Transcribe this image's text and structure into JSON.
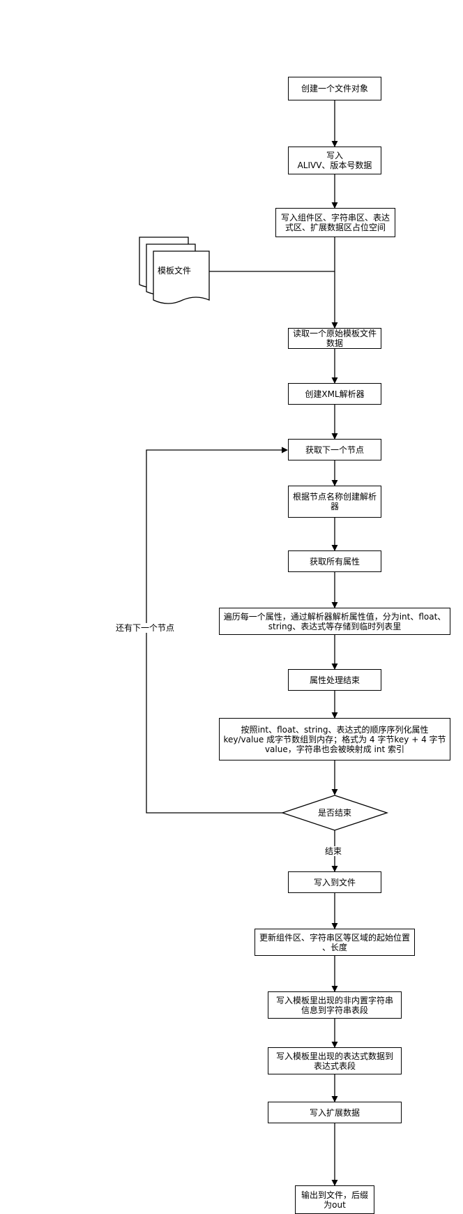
{
  "nodes": {
    "create_file_object": "创建一个文件对象",
    "write_header": "写入\nALIVV、版本号数据",
    "write_placeholders": "写入组件区、字符串区、表达\n式区、扩展数据区占位空间",
    "template_files": "模板文件",
    "read_template": "读取一个原始模板文件\n数据",
    "create_xml_parser": "创建XML解析器",
    "get_next_node": "获取下一个节点",
    "create_parser_by_name": "根据节点名称创建解析\n器",
    "get_all_attributes": "获取所有属性",
    "iterate_attributes": "遍历每一个属性，通过解析器解析属性值，分为int、float、\nstring、表达式等存储到临时列表里",
    "attributes_done": "属性处理结束",
    "serialize_attributes": "按照int、float、string、表达式的顺序序列化属性\nkey/value 成字节数组到内存；格式为 4 字节key + 4 字节\nvalue，字符串也会被映射成 int 索引",
    "is_finished": "是否结束",
    "write_to_file": "写入到文件",
    "update_offsets": "更新组件区、字符串区等区域的起始位置\n、长度",
    "write_strings": "写入模板里出现的非内置字符串\n信息到字符串表段",
    "write_expressions": "写入模板里出现的表达式数据到\n表达式表段",
    "write_extension": "写入扩展数据",
    "output_file": "输出到文件，后缀\n为out"
  },
  "edge_labels": {
    "has_next_node": "还有下一个节点",
    "end": "结束"
  },
  "colors": {
    "stroke": "#000000",
    "fill": "#ffffff"
  }
}
